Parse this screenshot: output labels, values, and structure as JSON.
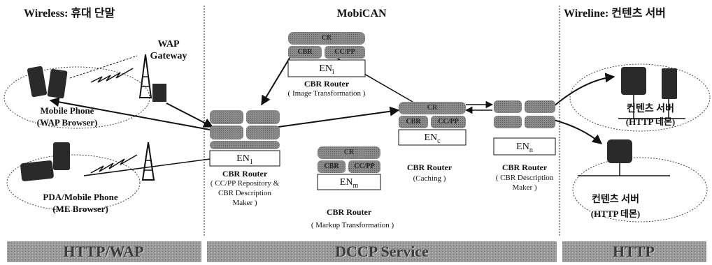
{
  "zones": {
    "wireless": "Wireless: 휴대 단말",
    "mobican": "MobiCAN",
    "wireline": "Wireline: 컨텐츠 서버"
  },
  "devices": {
    "mobile_phone": "Mobile Phone",
    "wap_browser": "(WAP Browser)",
    "pda": "PDA/Mobile Phone",
    "me_browser": "(ME Browser)",
    "wap_gateway_1": "WAP",
    "wap_gateway_2": "Gateway"
  },
  "nodes": {
    "en1": {
      "base": "EN",
      "sub": "1",
      "title": "CBR Router",
      "desc_1": "( CC/PP Repository &",
      "desc_2": "CBR Description",
      "desc_3": "Maker )"
    },
    "eni": {
      "base": "EN",
      "sub": "i",
      "title": "CBR Router",
      "desc_1": "( Image Transformation )",
      "top_chip": "CR",
      "chip_a": "CBR",
      "chip_b": "CC/PP"
    },
    "enm": {
      "base": "EN",
      "sub": "m",
      "title": "CBR Router",
      "desc_1": "( Markup Transformation )",
      "top_chip": "CR",
      "chip_a": "CBR",
      "chip_b": "CC/PP"
    },
    "enc": {
      "base": "EN",
      "sub": "c",
      "title": "CBR Router",
      "desc_1": "(Caching )",
      "top_chip": "CR",
      "chip_a": "CBR",
      "chip_b": "CC/PP"
    },
    "enn": {
      "base": "EN",
      "sub": "n",
      "title": "CBR Router",
      "desc_1": "( CBR Description",
      "desc_2": "Maker )"
    }
  },
  "servers": {
    "server_1": "컨텐츠 서버",
    "daemon_1": "(HTTP 데몬)",
    "server_2": "컨텐츠 서버",
    "daemon_2": "(HTTP 데몬)"
  },
  "bands": {
    "left": "HTTP/WAP",
    "middle": "DCCP Service",
    "right": "HTTP"
  },
  "colors": {
    "band_fill": "#9a9a9a",
    "chip_fill": "#8a8a8a",
    "device_fill": "#2a2a2a"
  }
}
